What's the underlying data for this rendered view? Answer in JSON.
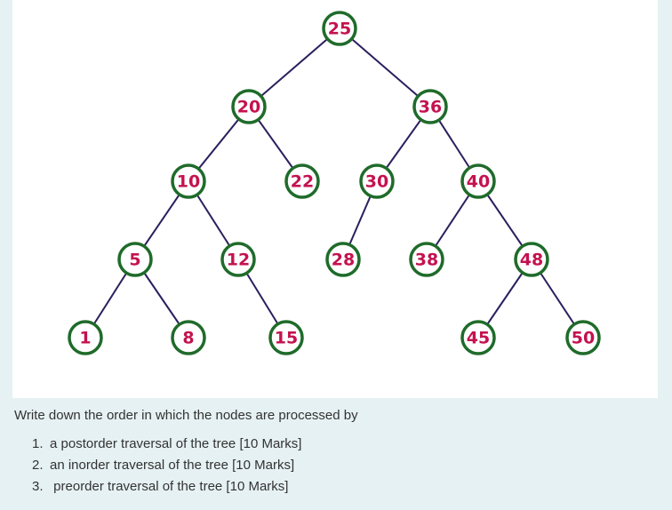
{
  "tree": {
    "nodes": [
      {
        "id": "n25",
        "label": "25",
        "parent": null
      },
      {
        "id": "n20",
        "label": "20",
        "parent": "n25"
      },
      {
        "id": "n36",
        "label": "36",
        "parent": "n25"
      },
      {
        "id": "n10",
        "label": "10",
        "parent": "n20"
      },
      {
        "id": "n22",
        "label": "22",
        "parent": "n20"
      },
      {
        "id": "n30",
        "label": "30",
        "parent": "n36"
      },
      {
        "id": "n40",
        "label": "40",
        "parent": "n36"
      },
      {
        "id": "n5",
        "label": "5",
        "parent": "n10"
      },
      {
        "id": "n12",
        "label": "12",
        "parent": "n10"
      },
      {
        "id": "n28",
        "label": "28",
        "parent": "n30"
      },
      {
        "id": "n38",
        "label": "38",
        "parent": "n40"
      },
      {
        "id": "n48",
        "label": "48",
        "parent": "n40"
      },
      {
        "id": "n1",
        "label": "1",
        "parent": "n5"
      },
      {
        "id": "n8",
        "label": "8",
        "parent": "n5"
      },
      {
        "id": "n15",
        "label": "15",
        "parent": "n12"
      },
      {
        "id": "n45",
        "label": "45",
        "parent": "n48"
      },
      {
        "id": "n50",
        "label": "50",
        "parent": "n48"
      }
    ],
    "colors": {
      "edge": "#2b1f5e",
      "node_border": "#1f6b2a",
      "node_text": "#c4124f"
    }
  },
  "question": {
    "intro": "Write down the order in which the nodes are processed by",
    "items": [
      {
        "num": "1.",
        "text": "a postorder traversal of the tree [10 Marks]"
      },
      {
        "num": "2.",
        "text": "an inorder traversal of the tree [10 Marks]"
      },
      {
        "num": "3.",
        "text": " preorder traversal of the tree [10 Marks]"
      }
    ]
  }
}
